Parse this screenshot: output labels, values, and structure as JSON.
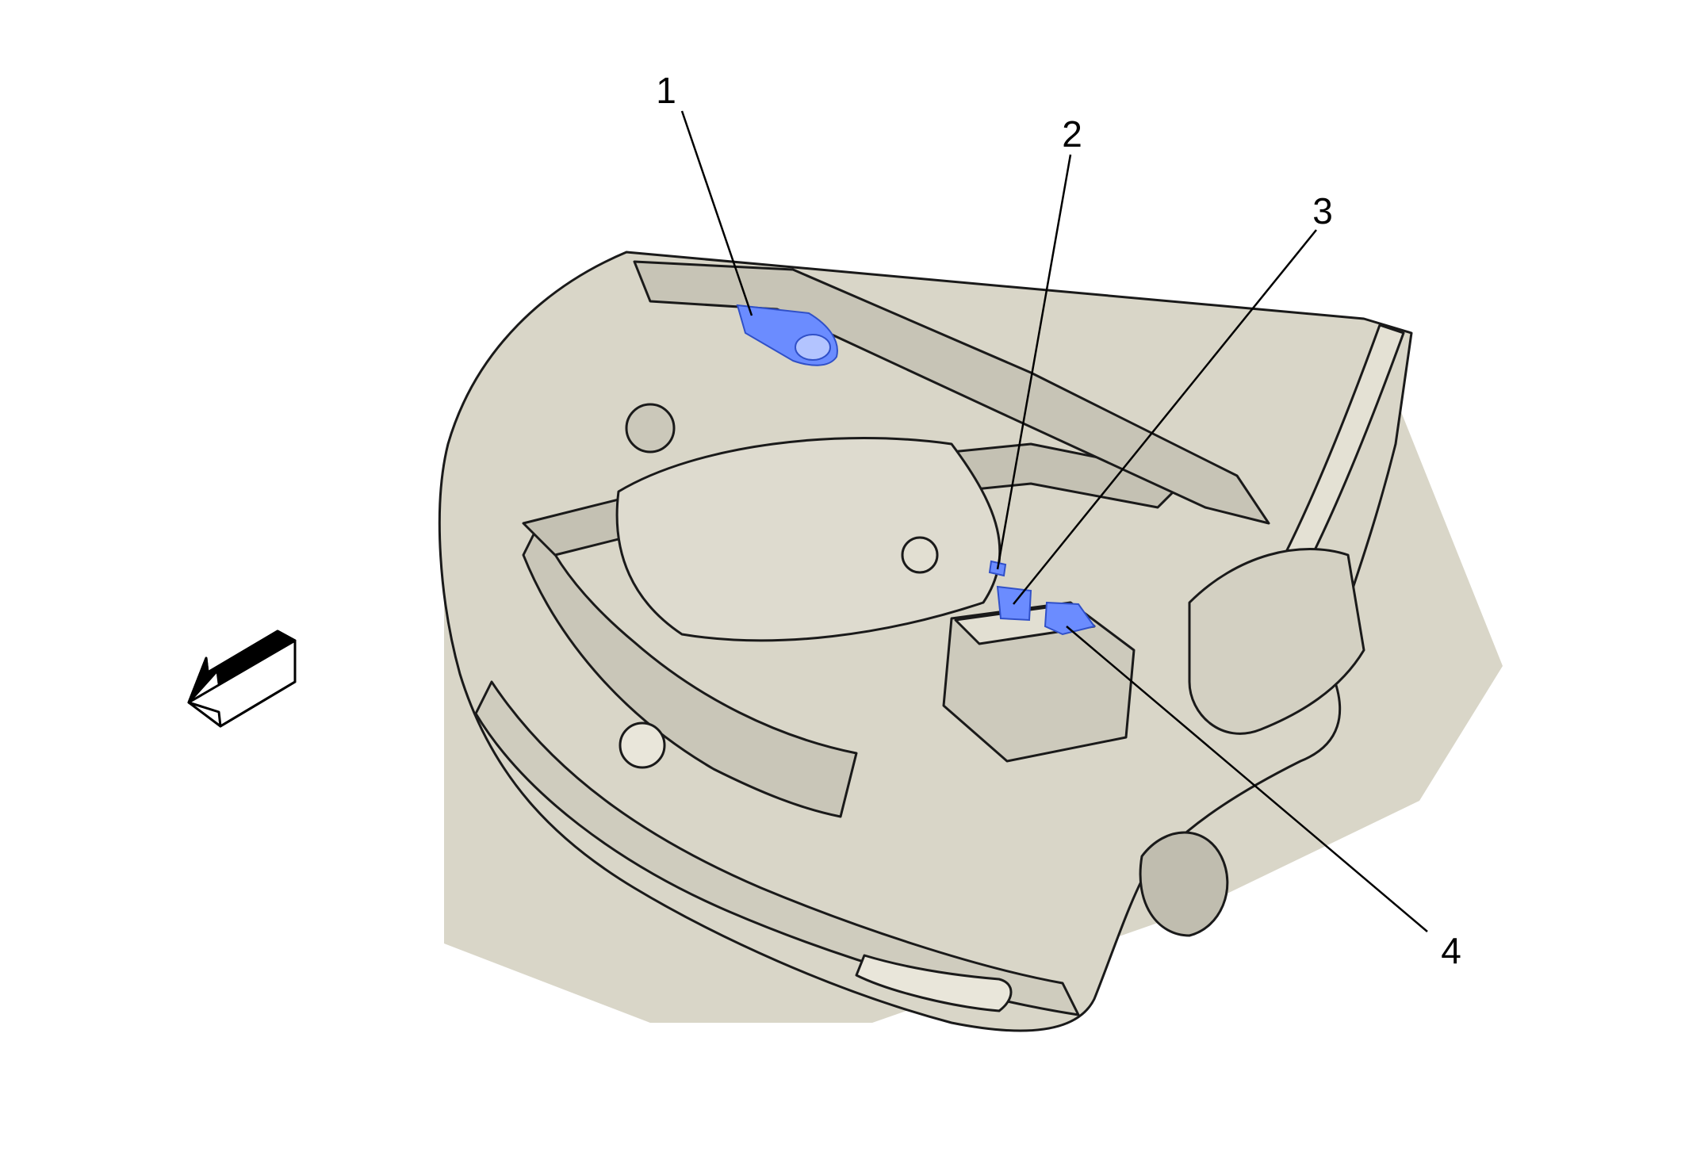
{
  "callouts": [
    {
      "id": "1",
      "label": "1"
    },
    {
      "id": "2",
      "label": "2"
    },
    {
      "id": "3",
      "label": "3"
    },
    {
      "id": "4",
      "label": "4"
    }
  ],
  "colors": {
    "background": "#ffffff",
    "vehicle_fill": "#d9d6c8",
    "line": "#1a1a1a",
    "highlight": "#6b8cff"
  },
  "icons": {
    "direction_arrow": "front-direction-arrow-icon"
  }
}
